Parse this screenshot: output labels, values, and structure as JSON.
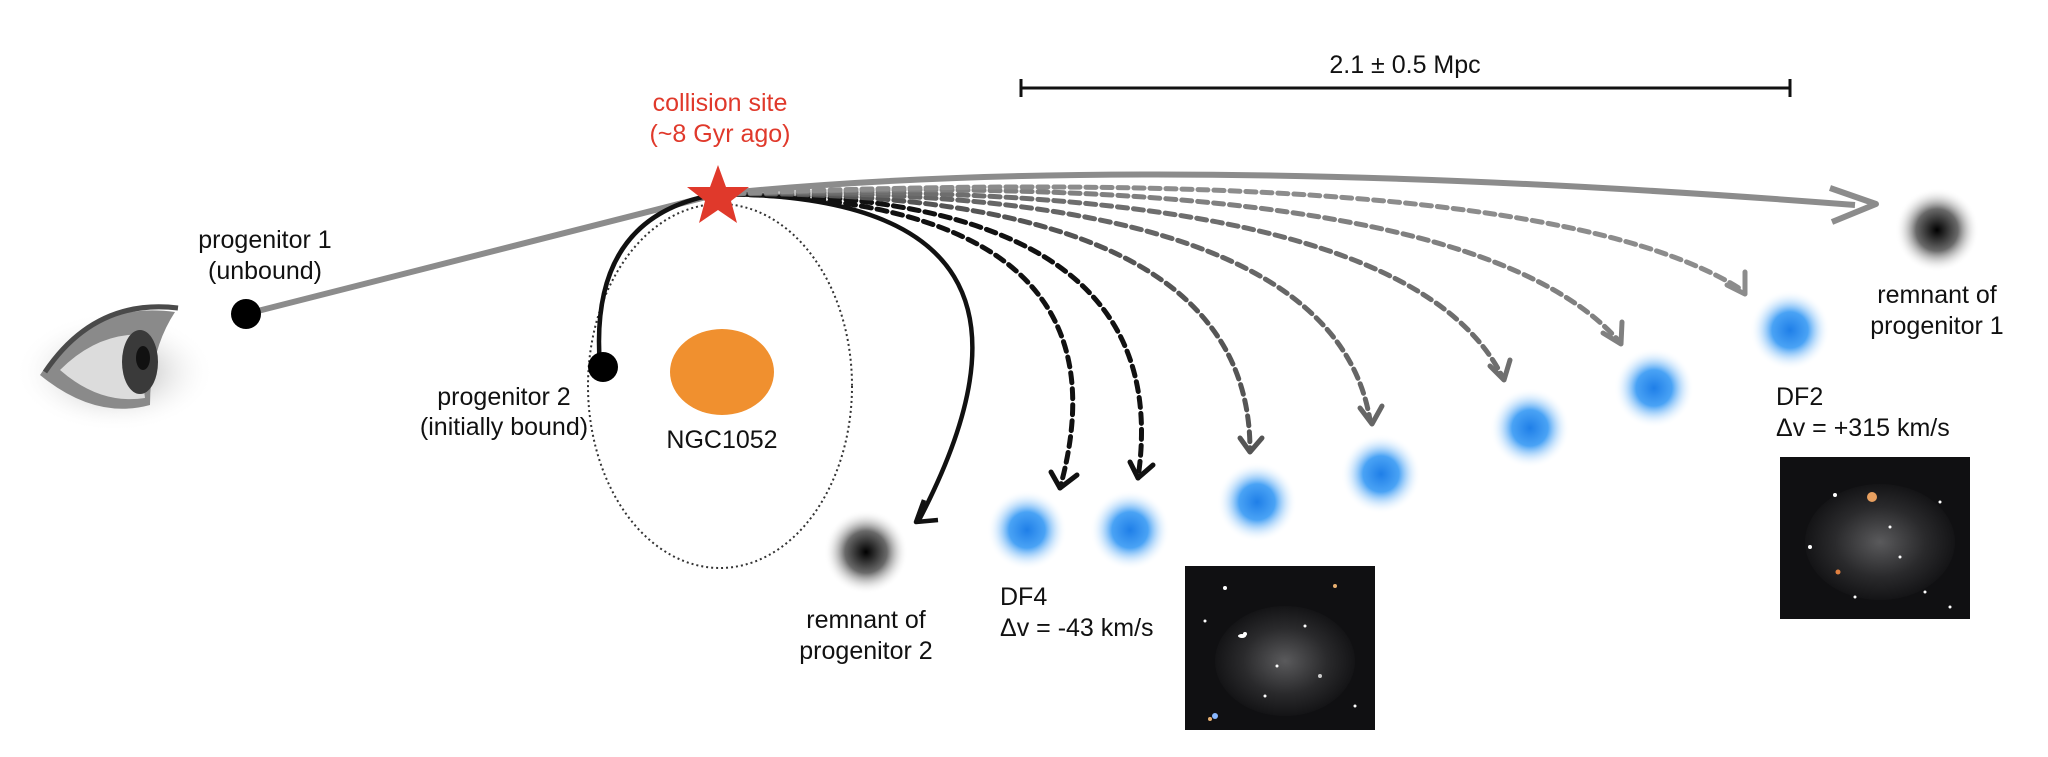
{
  "scale_bar": {
    "label": "2.1 ± 0.5 Mpc"
  },
  "collision": {
    "line1": "collision site",
    "line2": "(~8 Gyr ago)",
    "color": "#e0392b"
  },
  "progenitor1": {
    "line1": "progenitor 1",
    "line2": "(unbound)"
  },
  "progenitor2": {
    "line1": "progenitor 2",
    "line2": "(initially bound)"
  },
  "host": {
    "name": "NGC1052",
    "color": "#f0902f"
  },
  "remnant2": {
    "line1": "remnant of",
    "line2": "progenitor 2"
  },
  "remnant1": {
    "line1": "remnant of",
    "line2": "progenitor 1"
  },
  "df4": {
    "name": "DF4",
    "velocity": "Δv = -43 km/s"
  },
  "df2": {
    "name": "DF2",
    "velocity": "Δv = +315 km/s"
  },
  "colors": {
    "dwarf_blue": "#2f8ef0",
    "main_track": "#8c8c8c",
    "bound_orbit": "#111111"
  },
  "icons": {
    "observer": "eye-icon"
  }
}
